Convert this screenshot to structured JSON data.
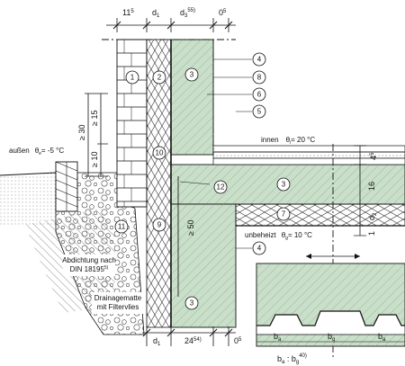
{
  "dimensions_top": {
    "d1": "11",
    "d1_sup": "5",
    "d2": "d",
    "d2_sub": "1",
    "d3": "d",
    "d3_sub": "3",
    "d3_sup": "55)",
    "d4": "0",
    "d4_sup": "5"
  },
  "dimensions_bottom": {
    "b1": "d",
    "b1_sub": "1",
    "b2": "24",
    "b2_sup": "54)",
    "b3": "0",
    "b3_sup": "5"
  },
  "dimensions_left": {
    "v1": "≥ 30",
    "v2": "≥ 15",
    "v3": "≥ 10"
  },
  "dimension_mid": "≥ 50",
  "dimensions_right": {
    "r1": "4",
    "r1_sup": "5",
    "r2": "16",
    "r3": "d",
    "r3_sub": "2",
    "r4": "1"
  },
  "labels": {
    "outside": "außen",
    "outside_theta": "θ",
    "outside_theta_sub": "e",
    "outside_temp": "= -5 °C",
    "inside": "innen",
    "inside_theta": "θ",
    "inside_theta_sub": "i",
    "inside_temp": "= 20 °C",
    "unheated": "unbeheizt",
    "unheated_theta": "θ",
    "unheated_theta_sub": "g",
    "unheated_temp": "= 10 °C",
    "sealing_line1": "Abdichtung nach",
    "sealing_line2": "DIN 18195",
    "sealing_sup": "5)",
    "drain_line1": "Drainagematte",
    "drain_line2": "mit Filtervlies",
    "ratio": "b",
    "ratio_sub_a": "a",
    "ratio_sep": " : b",
    "ratio_sub_g": "g",
    "ratio_sup": "40)",
    "detail_ba_left": "b",
    "detail_ba_left_sub": "a",
    "detail_bg": "b",
    "detail_bg_sub": "g",
    "detail_ba_right": "b",
    "detail_ba_right_sub": "a"
  },
  "callouts": [
    "1",
    "2",
    "3",
    "4",
    "8",
    "6",
    "5",
    "10",
    "12",
    "3",
    "7",
    "9",
    "11",
    "4",
    "3"
  ],
  "colors": {
    "concrete": "#c9dfc9",
    "line": "#111111",
    "gravel": "#f4f4f4",
    "brick": "#ffffff",
    "soil_hatch": "#555555"
  }
}
